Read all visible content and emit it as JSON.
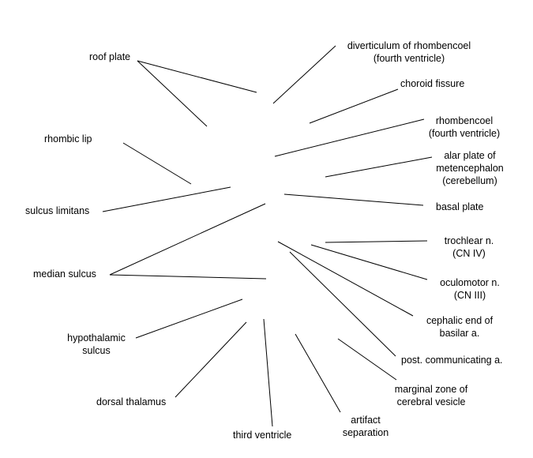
{
  "labels": {
    "roof_plate": "roof plate",
    "rhombic_lip": "rhombic lip",
    "sulcus_limitans": "sulcus limitans",
    "median_sulcus": "median sulcus",
    "hypothalamic_sulcus": [
      "hypothalamic",
      "sulcus"
    ],
    "dorsal_thalamus": "dorsal thalamus",
    "third_ventricle": "third ventricle",
    "artifact_separation": [
      "artifact",
      "separation"
    ],
    "marginal_zone": [
      "marginal zone of",
      "cerebral vesicle"
    ],
    "post_communicating": "post. communicating a.",
    "cephalic_basilar": [
      "cephalic end of",
      "basilar a."
    ],
    "oculomotor": [
      "oculomotor n.",
      "(CN III)"
    ],
    "trochlear": [
      "trochlear n.",
      "(CN IV)"
    ],
    "basal_plate": "basal plate",
    "alar_plate": [
      "alar plate of",
      "metencephalon",
      "(cerebellum)"
    ],
    "rhombencoel": [
      "rhombencoel",
      "(fourth ventricle)"
    ],
    "choroid_fissure": "choroid fissure",
    "diverticulum": [
      "diverticulum of rhombencoel",
      "(fourth ventricle)"
    ]
  },
  "colors": {
    "line": "#000000",
    "text": "#000000"
  }
}
